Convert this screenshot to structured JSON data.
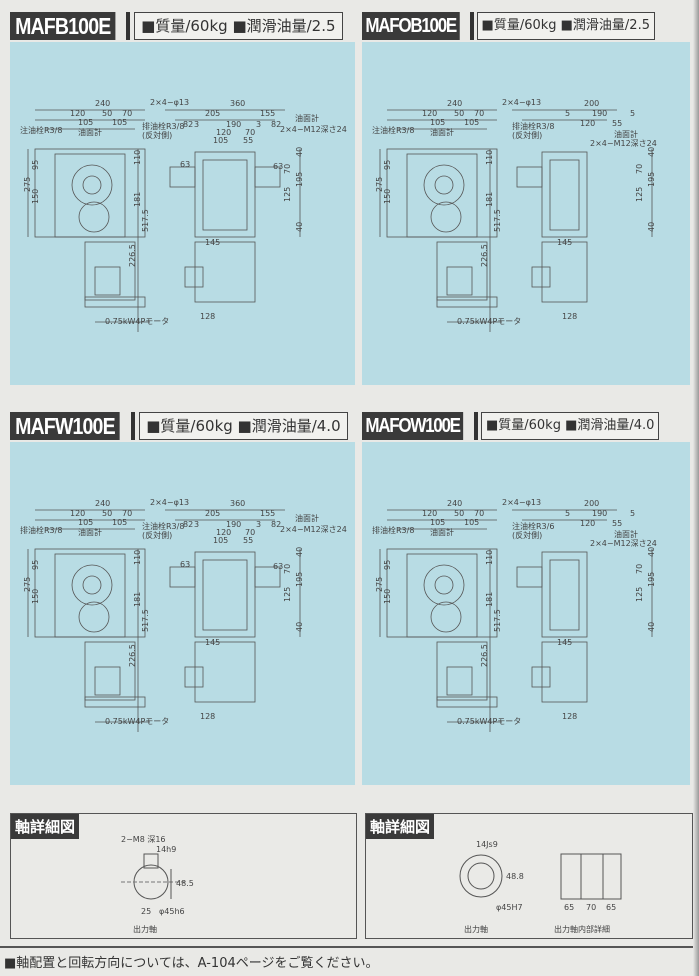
{
  "panels": [
    {
      "model": "MAFB100E",
      "spec": "■質量/60kg ■潤滑油量/2.5",
      "type": "A",
      "labels": [
        "240",
        "120",
        "50",
        "70",
        "105",
        "105",
        "2×4−φ13",
        "360",
        "205",
        "155",
        "82",
        "3",
        "190",
        "3",
        "82",
        "120",
        "70",
        "105",
        "55",
        "注油栓R3/8",
        "油面計",
        "排油栓R3/8",
        "(反対側)",
        "油面計",
        "2×4−M12深さ24",
        "110",
        "95",
        "275",
        "150",
        "181",
        "517.5",
        "226.5",
        "63",
        "63",
        "40",
        "70",
        "195",
        "125",
        "40",
        "145",
        "128",
        "0.75kW4Pモータ"
      ]
    },
    {
      "model": "MAFOB100E",
      "spec": "■質量/60kg ■潤滑油量/2.5",
      "type": "B",
      "labels": [
        "240",
        "120",
        "50",
        "70",
        "105",
        "105",
        "2×4−φ13",
        "200",
        "5",
        "190",
        "5",
        "120",
        "55",
        "注油栓R3/8",
        "油面計",
        "排油栓R3/8",
        "(反対側)",
        "油面計",
        "2×4−M12深さ24",
        "110",
        "95",
        "275",
        "150",
        "181",
        "517.5",
        "226.5",
        "40",
        "70",
        "195",
        "125",
        "40",
        "145",
        "128",
        "0.75kW4Pモータ"
      ]
    },
    {
      "model": "MAFW100E",
      "spec": "■質量/60kg ■潤滑油量/4.0",
      "type": "A",
      "labels": [
        "240",
        "120",
        "50",
        "70",
        "105",
        "105",
        "2×4−φ13",
        "360",
        "205",
        "155",
        "82",
        "3",
        "190",
        "3",
        "82",
        "120",
        "70",
        "105",
        "55",
        "排油栓R3/8",
        "油面計",
        "注油栓R3/8",
        "(反対側)",
        "油面計",
        "2×4−M12深さ24",
        "110",
        "95",
        "275",
        "150",
        "181",
        "517.5",
        "226.5",
        "63",
        "63",
        "40",
        "70",
        "195",
        "125",
        "40",
        "145",
        "128",
        "0.75kW4Pモータ"
      ]
    },
    {
      "model": "MAFOW100E",
      "spec": "■質量/60kg ■潤滑油量/4.0",
      "type": "B",
      "labels": [
        "240",
        "120",
        "50",
        "70",
        "105",
        "105",
        "2×4−φ13",
        "200",
        "5",
        "190",
        "5",
        "120",
        "55",
        "排油栓R3/8",
        "油面計",
        "注油栓R3/6",
        "(反対側)",
        "油面計",
        "2×4−M12深さ24",
        "110",
        "95",
        "275",
        "150",
        "181",
        "517.5",
        "226.5",
        "40",
        "70",
        "195",
        "125",
        "40",
        "145",
        "128",
        "0.75kW4Pモータ"
      ]
    }
  ],
  "shaft_left": {
    "title": "軸詳細図",
    "tap": "2−M8 深16",
    "key": "14h9",
    "height": "48.5",
    "offset": "25",
    "dia": "φ45h6",
    "caption": "出力軸"
  },
  "shaft_right": {
    "title": "軸詳細図",
    "key": "14Js9",
    "height": "48.8",
    "dia": "φ45H7",
    "caption": "出力軸",
    "d1": "65",
    "d2": "70",
    "d3": "65",
    "caption2": "出力軸内部詳細"
  },
  "footer": "■軸配置と回転方向については、A-104ページをご覧ください。"
}
